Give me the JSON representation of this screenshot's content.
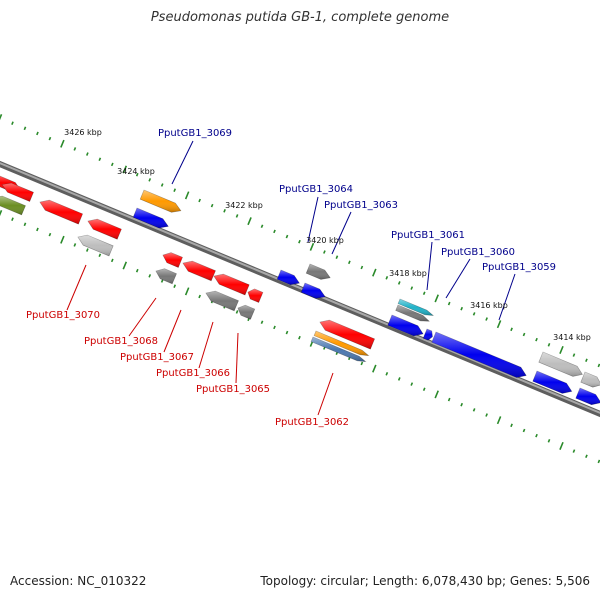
{
  "title": "Pseudomonas putida GB-1, complete genome",
  "footer": {
    "accession": "Accession: NC_010322",
    "summary": "Topology: circular; Length: 6,078,430 bp; Genes: 5,506"
  },
  "colors": {
    "backbone": "#8a8a8a",
    "tick": "#2a8a2a",
    "label_forward": "#00008b",
    "label_reverse": "#cc0000",
    "gene_red": "#ff0000",
    "gene_blue": "#0000ee",
    "gene_gray": "#777777",
    "gene_lightgray": "#bdbdbd",
    "gene_orange": "#ff9900",
    "gene_olive": "#6b8e23",
    "gene_cyan": "#20b2c8",
    "gene_steelblue": "#4a78b0"
  },
  "scale_labels": [
    "3426 kbp",
    "3424 kbp",
    "3422 kbp",
    "3420 kbp",
    "3418 kbp",
    "3416 kbp",
    "3414 kbp"
  ],
  "genes_forward": [
    {
      "label": "PputGB1_3069",
      "color": "orange"
    },
    {
      "label": "PputGB1_3064",
      "color": "gray"
    },
    {
      "label": "PputGB1_3063",
      "color": "gray"
    },
    {
      "label": "PputGB1_3061",
      "color": "cyan"
    },
    {
      "label": "PputGB1_3060",
      "color": "blue"
    },
    {
      "label": "PputGB1_3059",
      "color": "blue"
    }
  ],
  "genes_reverse": [
    {
      "label": "PputGB1_3070",
      "color": "lightgray"
    },
    {
      "label": "PputGB1_3068",
      "color": "gray"
    },
    {
      "label": "PputGB1_3067",
      "color": "red"
    },
    {
      "label": "PputGB1_3066",
      "color": "gray"
    },
    {
      "label": "PputGB1_3065",
      "color": "gray"
    },
    {
      "label": "PputGB1_3062",
      "color": "orange"
    }
  ]
}
